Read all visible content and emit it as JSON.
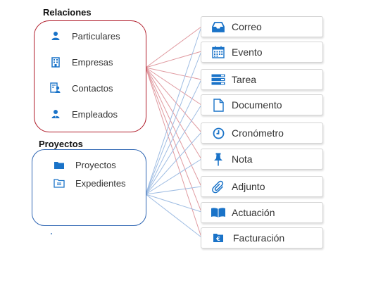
{
  "colors": {
    "relaciones_border": "#b01c2a",
    "proyectos_border": "#2f66b3",
    "icon_blue": "#1a73c8",
    "line_red": "#e09aa0",
    "line_blue": "#9fbde3"
  },
  "relaciones": {
    "title": "Relaciones",
    "items": [
      {
        "label": "Particulares",
        "icon": "person-icon"
      },
      {
        "label": "Empresas",
        "icon": "building-icon"
      },
      {
        "label": "Contactos",
        "icon": "contacts-icon"
      },
      {
        "label": "Empleados",
        "icon": "employee-icon"
      }
    ]
  },
  "proyectos": {
    "title": "Proyectos",
    "items": [
      {
        "label": "Proyectos",
        "icon": "folder-icon"
      },
      {
        "label": "Expedientes",
        "icon": "file-folder-icon"
      }
    ]
  },
  "targets": [
    {
      "label": "Correo",
      "icon": "inbox-icon"
    },
    {
      "label": "Evento",
      "icon": "calendar-icon"
    },
    {
      "label": "Tarea",
      "icon": "task-icon"
    },
    {
      "label": "Documento",
      "icon": "document-icon"
    },
    {
      "label": "Cronómetro",
      "icon": "clock-icon"
    },
    {
      "label": "Nota",
      "icon": "pin-icon"
    },
    {
      "label": "Adjunto",
      "icon": "paperclip-icon"
    },
    {
      "label": "Actuación",
      "icon": "book-icon"
    },
    {
      "label": "Facturación",
      "icon": "invoice-icon"
    }
  ]
}
